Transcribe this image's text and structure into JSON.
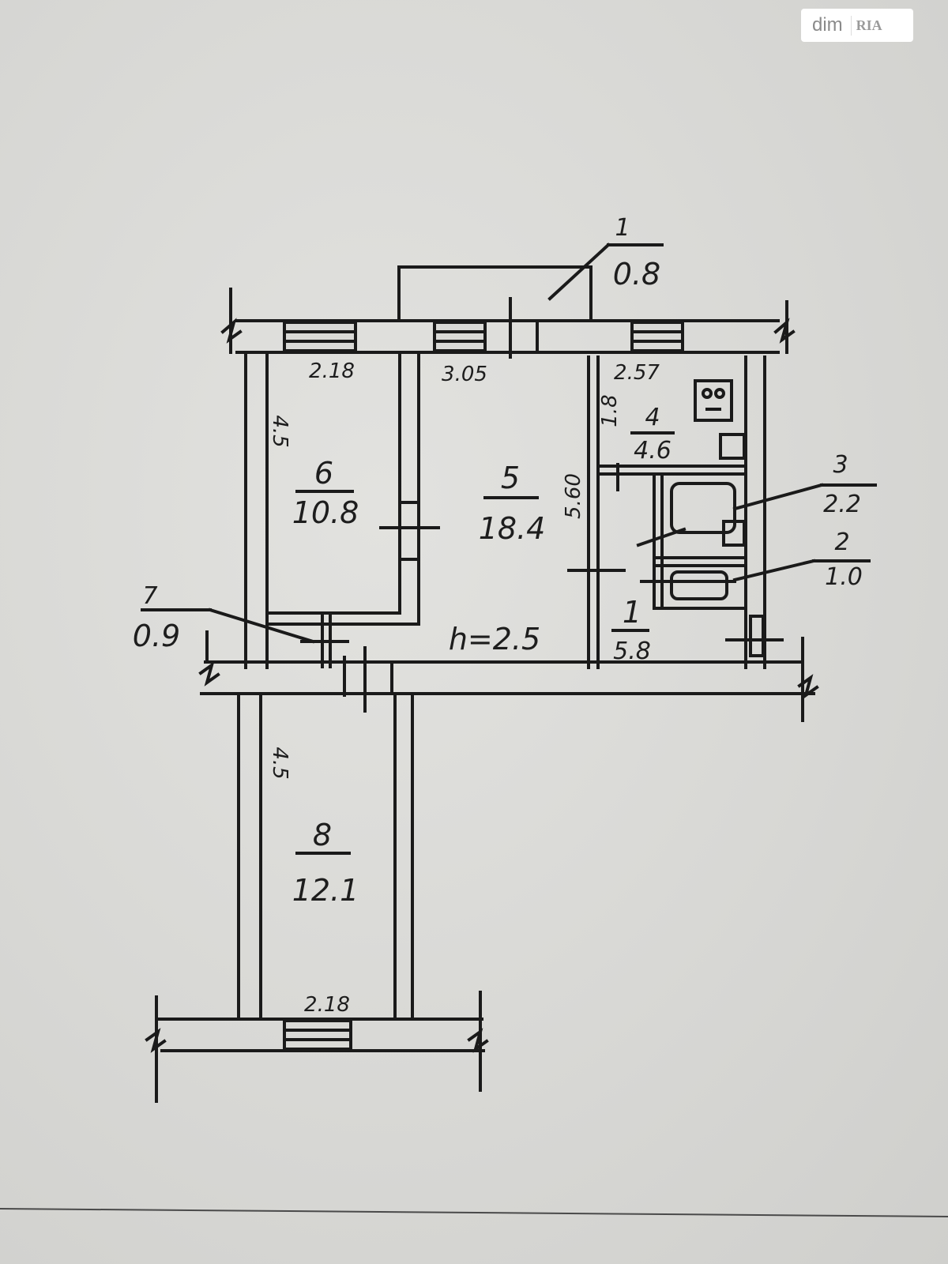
{
  "watermark": {
    "brand": "dim",
    "brand_suffix": "RIA"
  },
  "plan": {
    "ceiling_height": "h=2.5",
    "dimensions": {
      "room6_width_top": "2.18",
      "room5_width_top": "3.05",
      "bath_width_top": "2.57",
      "room6_depth": "4.5",
      "room5_depth": "5.60",
      "kitchen_depth": "1.8",
      "room8_depth": "4.5",
      "room8_width_bottom": "2.18"
    },
    "rooms": [
      {
        "id": "balcony",
        "number": "1",
        "area": "0.8"
      },
      {
        "id": "room6",
        "number": "6",
        "area": "10.8"
      },
      {
        "id": "room5",
        "number": "5",
        "area": "18.4"
      },
      {
        "id": "kitchen",
        "number": "4",
        "area": "4.6"
      },
      {
        "id": "bath",
        "number": "3",
        "area": "2.2"
      },
      {
        "id": "wc",
        "number": "2",
        "area": "1.0"
      },
      {
        "id": "hall",
        "number": "1",
        "area": "5.8"
      },
      {
        "id": "closet",
        "number": "7",
        "area": "0.9"
      },
      {
        "id": "room8",
        "number": "8",
        "area": "12.1"
      }
    ]
  }
}
